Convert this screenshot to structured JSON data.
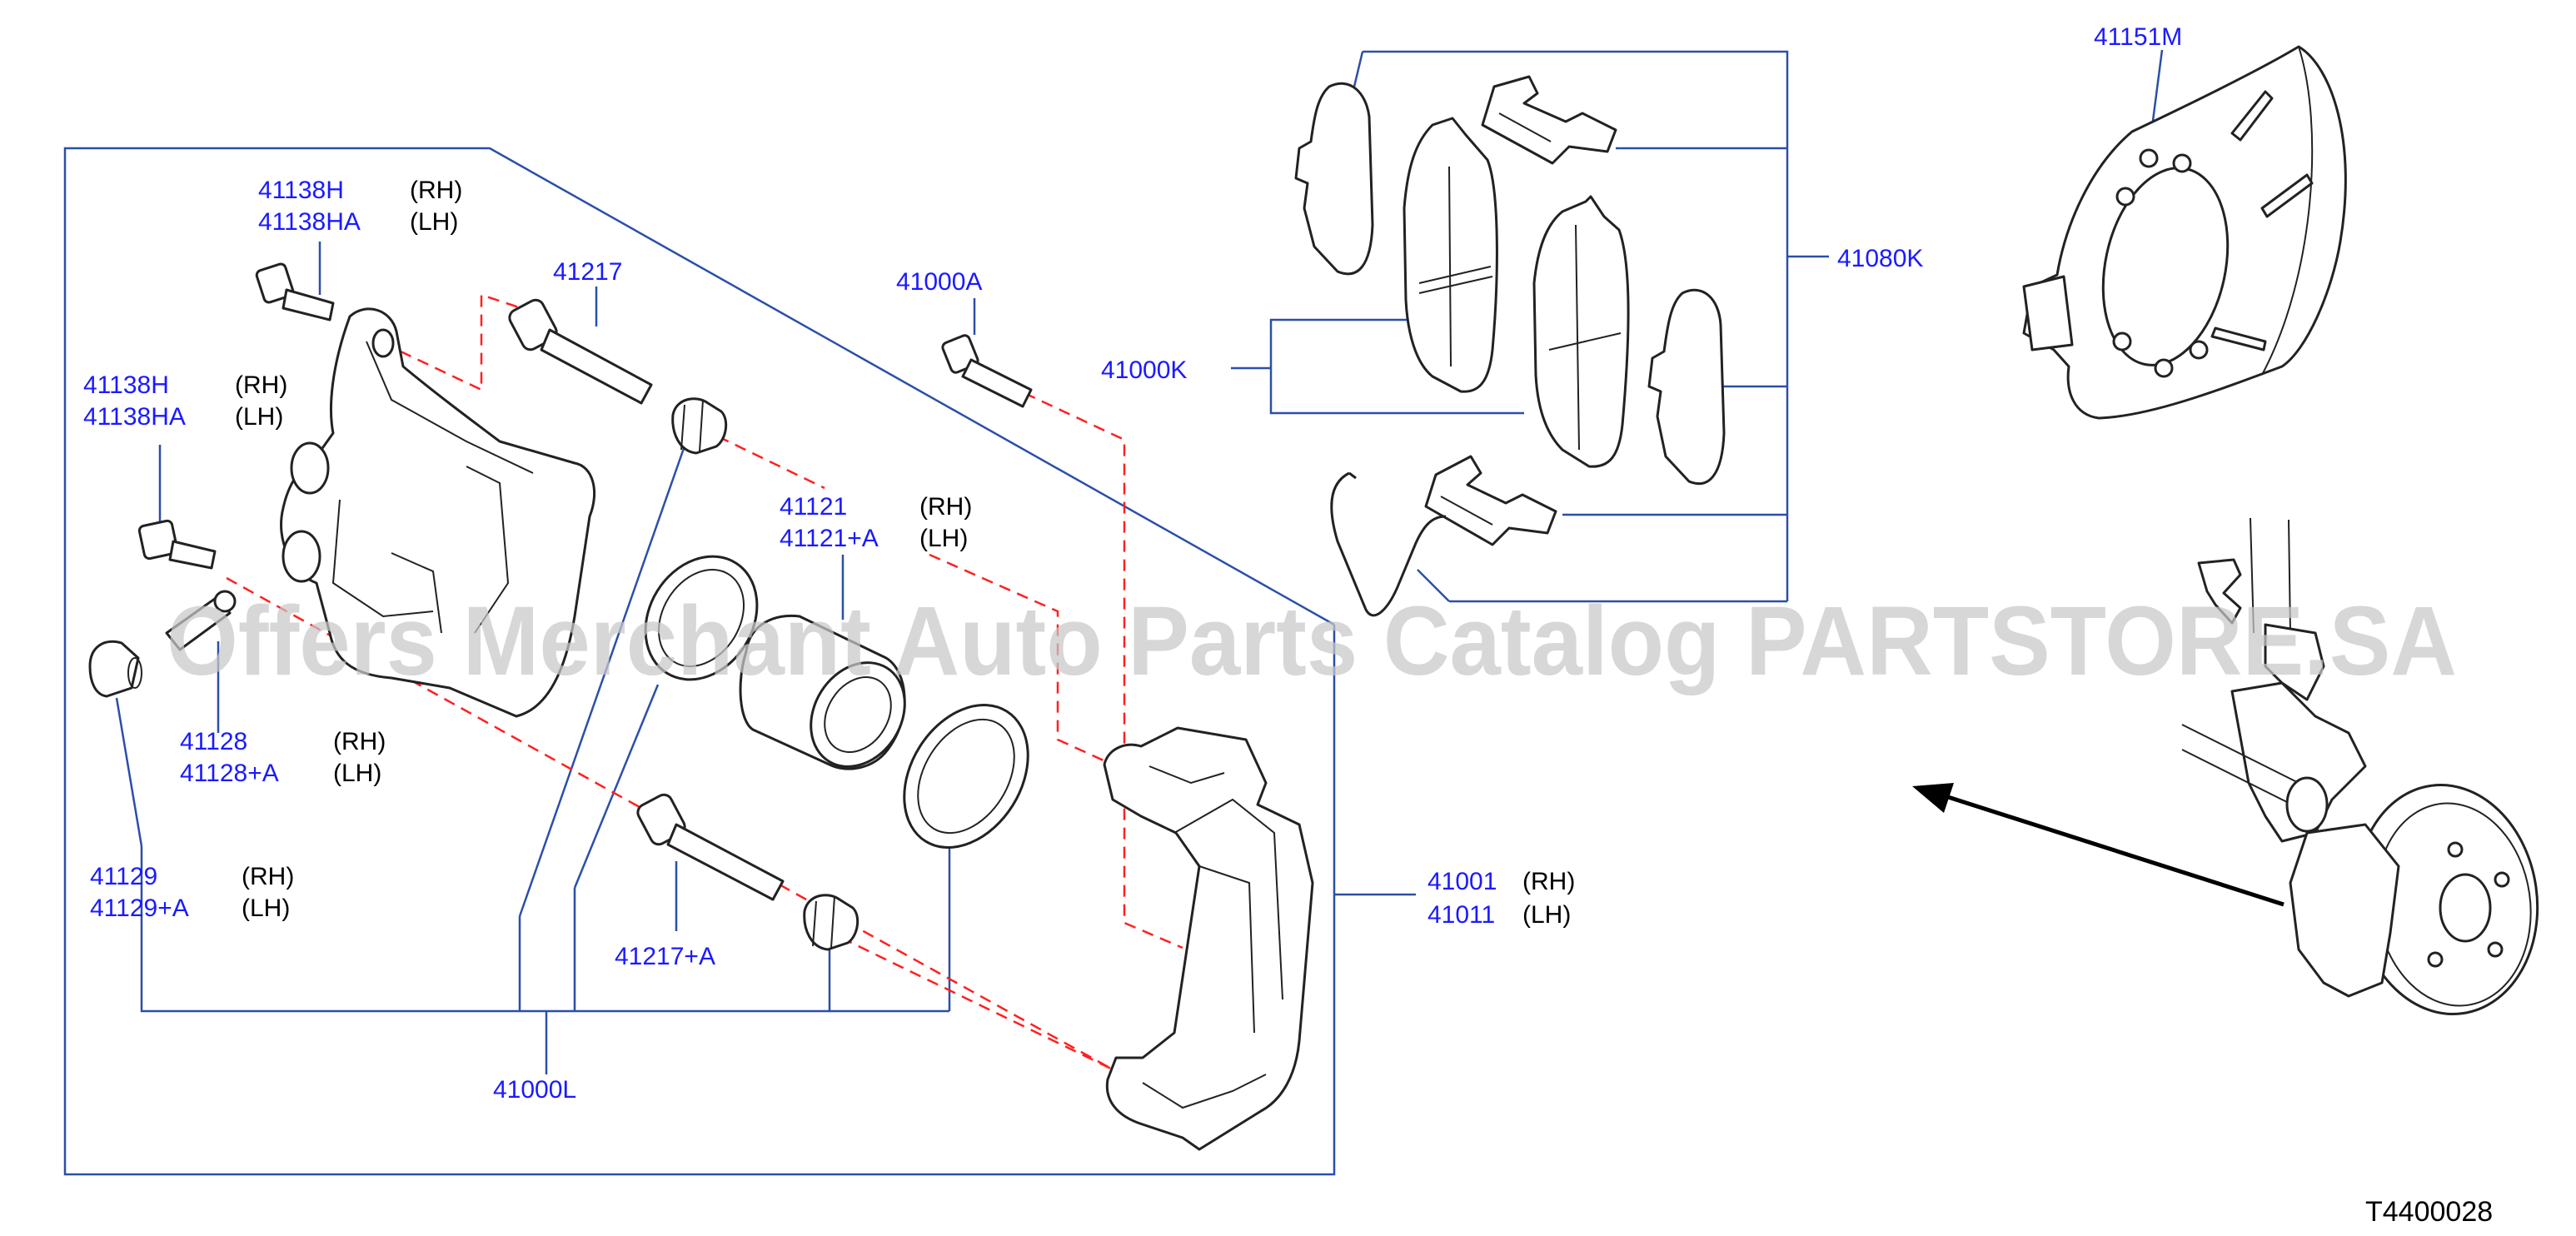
{
  "labels": {
    "p41138h_a": "41138H",
    "p41138ha_a": "41138HA",
    "p41138h_b": "41138H",
    "p41138ha_b": "41138HA",
    "p41217": "41217",
    "p41000a": "41000A",
    "p41121": "41121",
    "p41121a": "41121+A",
    "p41128": "41128",
    "p41128a": "41128+A",
    "p41129": "41129",
    "p41129a": "41129+A",
    "p41217a": "41217+A",
    "p41000l": "41000L",
    "p41000k": "41000K",
    "p41080k": "41080K",
    "p41151m": "41151M",
    "p41001": "41001",
    "p41011": "41011"
  },
  "sides": {
    "rh": "(RH)",
    "lh": "(LH)"
  },
  "watermark": "Offers Merchant Auto Parts Catalog PARTSTORE.SA",
  "diagram_code": "T4400028",
  "colors": {
    "part_number": "#1a1aff",
    "leader_line": "#2b4fa8",
    "dashed_line": "#ff2020",
    "drawing": "#222222"
  }
}
